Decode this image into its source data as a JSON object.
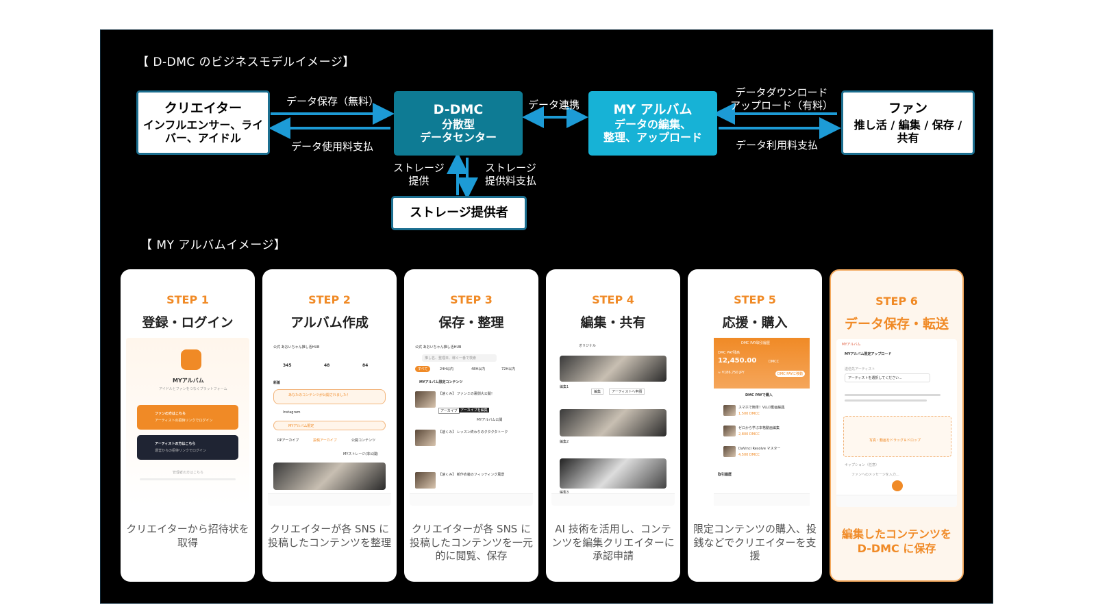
{
  "section1_title": "【 D-DMC のビジネスモデルイメージ】",
  "section2_title": "【 MY アルバムイメージ】",
  "nodes": {
    "creator": {
      "title": "クリエイター",
      "sub": "インフルエンサー、ライバー、アイドル"
    },
    "ddmc": {
      "title": "D-DMC",
      "sub1": "分散型",
      "sub2": "データセンター"
    },
    "myalbum": {
      "title": "MY アルバム",
      "sub1": "データの編集、",
      "sub2": "整理、アップロード"
    },
    "fan": {
      "title": "ファン",
      "sub": "推し活 / 編集 / 保存 / 共有"
    },
    "storage": {
      "title": "ストレージ提供者"
    }
  },
  "edges": {
    "save_free": "データ保存（無料）",
    "usage_fee": "データ使用料支払",
    "link": "データ連携",
    "download_upload_1": "データダウンロード",
    "download_upload_2": "アップロード（有料）",
    "use_fee": "データ利用料支払",
    "storage_provide_1": "ストレージ",
    "storage_provide_2": "提供",
    "storage_fee_1": "ストレージ",
    "storage_fee_2": "提供料支払"
  },
  "steps": [
    {
      "num": "STEP 1",
      "title": "登録・ログイン",
      "desc": "クリエイターから招待状を取得"
    },
    {
      "num": "STEP 2",
      "title": "アルバム作成",
      "desc": "クリエイターが各 SNS に投稿したコンテンツを整理"
    },
    {
      "num": "STEP 3",
      "title": "保存・整理",
      "desc": "クリエイターが各 SNS に投稿したコンテンツを一元的に閲覧、保存"
    },
    {
      "num": "STEP 4",
      "title": "編集・共有",
      "desc": "AI 技術を活用し、コンテンツを編集クリエイターに承認申請"
    },
    {
      "num": "STEP 5",
      "title": "応援・購入",
      "desc": "限定コンテンツの購入、投銭などでクリエイターを支援"
    },
    {
      "num": "STEP 6",
      "title": "データ保存・転送",
      "desc": "編集したコンテンツを D-DMC に保存"
    }
  ],
  "screens": {
    "s1": {
      "app": "MYアルバム",
      "tagline": "アイドルとファンをつなぐプラットフォーム",
      "fan_btn": "ファンの方はこちら",
      "fan_sub": "アーティストの招待リンクでログイン",
      "artist_btn": "アーティストの方はこちら",
      "artist_sub": "運営からの招待リンクでログイン",
      "admin": "管理者の方はこちら"
    },
    "s2": {
      "hub": "公式 あおいちゃん推し活HUB",
      "stat1": "345",
      "stat2": "48",
      "stat3": "84",
      "new": "新着",
      "n1": "あなたのコンテンツが公開されました！",
      "n2": "Instagram",
      "n3": "MYアルバム限定",
      "tab1": "RPアーカイブ",
      "tab2": "投稿アーカイブ",
      "tab3": "公開コンテンツ",
      "storage_btn": "MYストレージ(非公開)"
    },
    "s3": {
      "hub": "公式 あおいちゃん推し活HUB",
      "search": "推し名、整理日、稼ぐ一番で検索",
      "f1": "すべて",
      "f2": "24H以内",
      "f3": "48H以内",
      "f4": "72H以内",
      "section": "MYアルバム限定コンテンツ",
      "i1": "【速くみ】 ファンミの裏側大公開！",
      "i2": "【速くみ】 レッスン終わりのクタクタトーク",
      "i3": "【速くみ】 新作衣装のフィッティング風景",
      "archive": "アーカイブ",
      "archive_edit": "アーカイブを編集",
      "public": "MYアルバム公開"
    },
    "s4": {
      "e1": "編集1",
      "e2": "編集2",
      "e3": "編集3",
      "edit": "編集",
      "to_artist": "アーティストへ申請",
      "original": "オリジナル"
    },
    "s5": {
      "header": "DMC PAY取引履歴",
      "balance_label": "DMC PAY残高",
      "balance": "12,450.00",
      "unit": "DMCC",
      "jpy": "≈ ¥186,750 JPY",
      "move": "DMC PAYに移動",
      "buy": "DMC PAYで購入",
      "p1": "スマホで簡単！VLLO動画編集",
      "p1_price": "1,500 DMCC",
      "p2": "ゼロから学ぶ本格動画編集",
      "p2_price": "2,800 DMCC",
      "p3": "DaVinci Resolve マスター",
      "p3_price": "4,500 DMCC",
      "history": "取引履歴"
    },
    "s6": {
      "app": "MYアルバム",
      "title": "MYアルバム限定アップロード",
      "select_label": "送信先アーティスト",
      "select": "アーティストを選択してください...",
      "drop": "写真・動画をドラッグ＆ドロップ",
      "caption_label": "キャプション（任意）",
      "caption": "ファンへのメッセージを入力..."
    }
  },
  "colors": {
    "teal": "#0e7b94",
    "cyan": "#17b2d6",
    "orange": "#f08a26",
    "arrow": "#1d9bd6"
  }
}
